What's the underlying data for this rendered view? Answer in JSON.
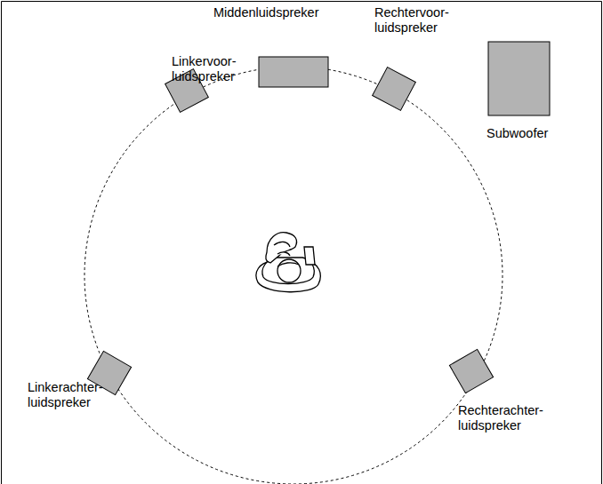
{
  "diagram": {
    "nodes": [
      {
        "text": [
          "Linkervoor- luidspreker"
        ]
      },
      {
        "text": [
          "Middenluidspreker"
        ]
      },
      {
        "text": [
          "Rechtervoor- luidspreker"
        ]
      },
      {
        "text": [
          "Subwoofer"
        ]
      },
      {
        "text": [
          "Linkerachter- luidspreker"
        ]
      },
      {
        "text": [
          "Rechterachter- luidspreker"
        ]
      }
    ]
  }
}
